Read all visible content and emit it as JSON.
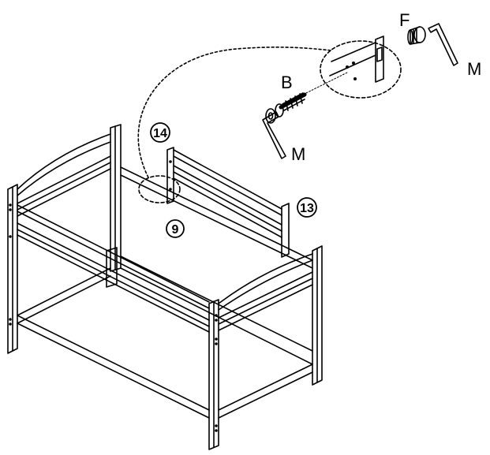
{
  "labels": {
    "part_f": "F",
    "part_m_top": "M",
    "part_b": "B",
    "part_m_mid": "M",
    "part_14": "14",
    "part_13": "13",
    "part_9": "9"
  },
  "colors": {
    "line": "#000000",
    "background": "#ffffff"
  }
}
